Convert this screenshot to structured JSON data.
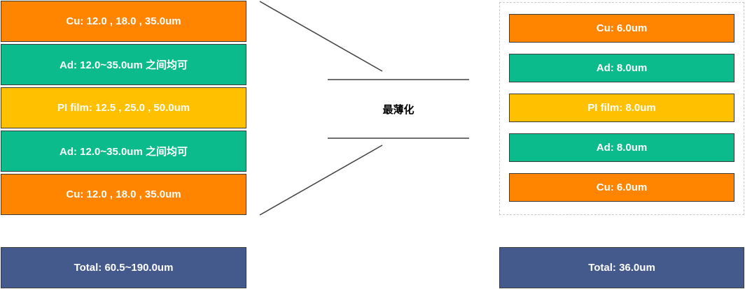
{
  "left_stack": {
    "layers": [
      {
        "label": "Cu: 12.0 , 18.0 , 35.0um",
        "kind": "cu"
      },
      {
        "label": "Ad: 12.0~35.0um 之间均可",
        "kind": "ad"
      },
      {
        "label": "PI film: 12.5 , 25.0 , 50.0um",
        "kind": "pi"
      },
      {
        "label": "Ad: 12.0~35.0um 之间均可",
        "kind": "ad"
      },
      {
        "label": "Cu: 12.0 , 18.0 , 35.0um",
        "kind": "cu"
      }
    ],
    "total": "Total: 60.5~190.0um"
  },
  "center": {
    "label": "最薄化"
  },
  "right_stack": {
    "layers": [
      {
        "label": "Cu: 6.0um",
        "kind": "cu"
      },
      {
        "label": "Ad: 8.0um",
        "kind": "ad"
      },
      {
        "label": "PI film: 8.0um",
        "kind": "pi"
      },
      {
        "label": "Ad: 8.0um",
        "kind": "ad"
      },
      {
        "label": "Cu: 6.0um",
        "kind": "cu"
      }
    ],
    "total": "Total: 36.0um"
  },
  "colors": {
    "cu": "#ff8400",
    "ad": "#0bbb8c",
    "pi": "#ffc000",
    "total": "#44598c",
    "border": "#3c3c3c"
  }
}
